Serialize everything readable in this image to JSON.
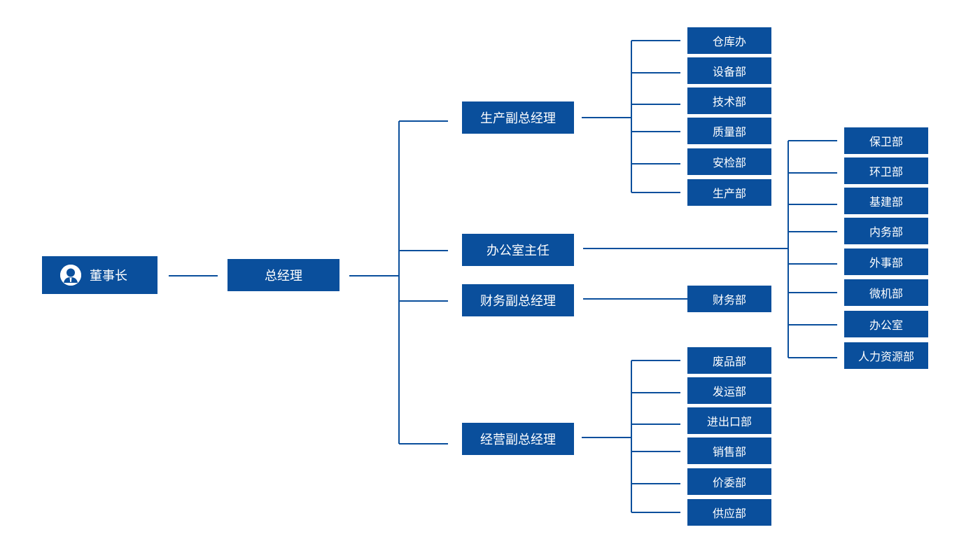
{
  "chart": {
    "chairman": "董事长",
    "general_manager": "总经理",
    "production_vp": {
      "label": "生产副总经理",
      "departments": [
        "仓库办",
        "设备部",
        "技术部",
        "质量部",
        "安检部",
        "生产部"
      ]
    },
    "office_director": {
      "label": "办公室主任",
      "departments": [
        "保卫部",
        "环卫部",
        "基建部",
        "内务部",
        "外事部",
        "微机部",
        "办公室",
        "人力资源部"
      ]
    },
    "finance_vp": {
      "label": "财务副总经理",
      "departments": [
        "财务部"
      ]
    },
    "business_vp": {
      "label": "经营副总经理",
      "departments": [
        "废品部",
        "发运部",
        "进出口部",
        "销售部",
        "价委部",
        "供应部"
      ]
    }
  },
  "colors": {
    "box_fill": "#0a4f9c",
    "connector": "#0a4f9c",
    "text": "#ffffff",
    "background": "#ffffff"
  },
  "icons": {
    "chairman_icon": "user-avatar-icon"
  }
}
